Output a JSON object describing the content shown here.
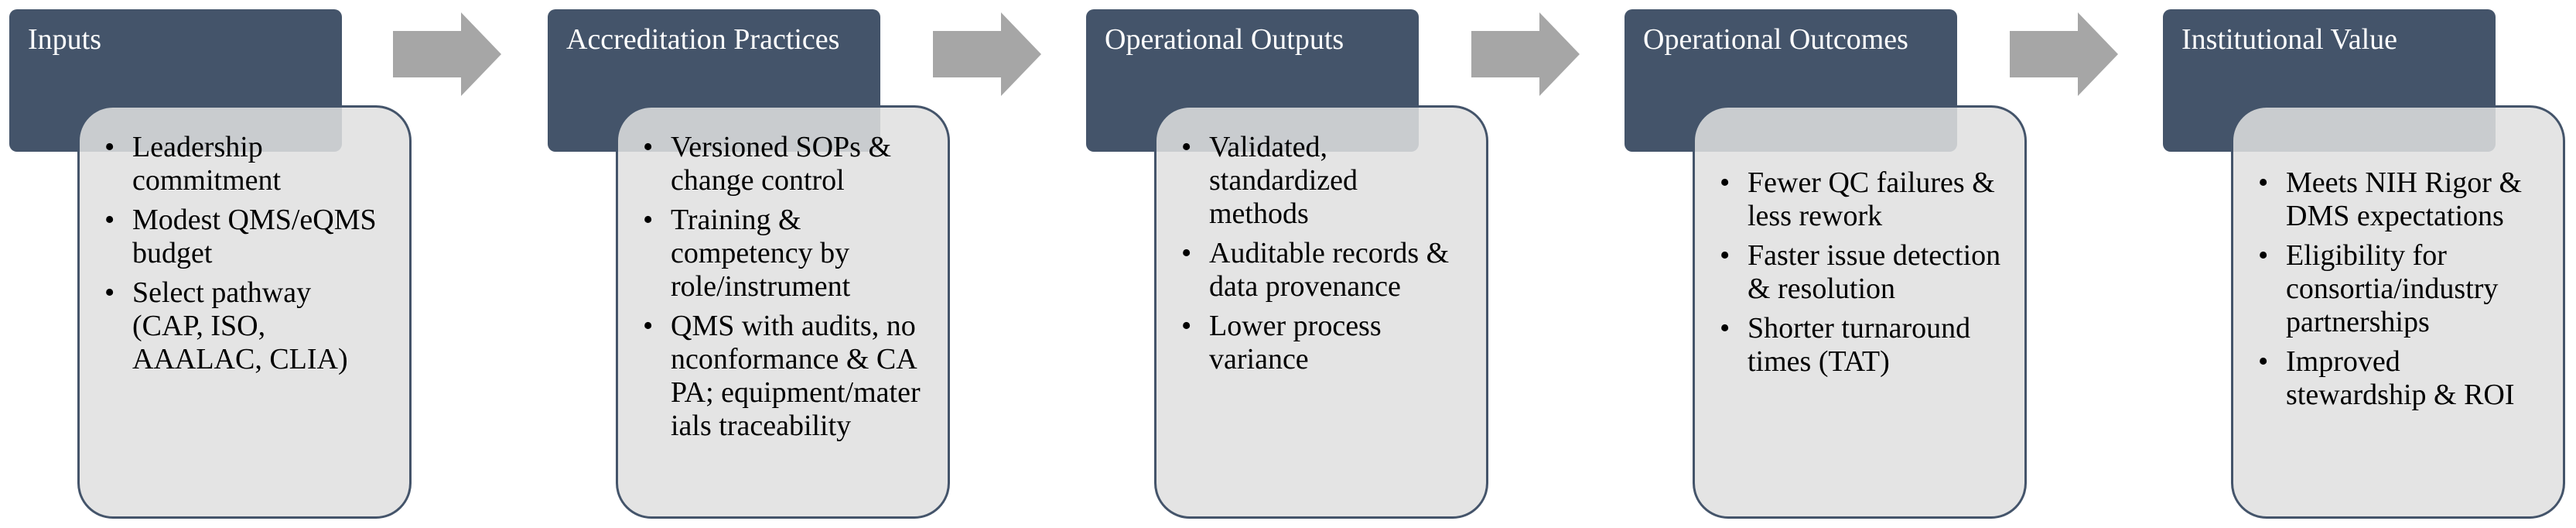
{
  "colors": {
    "header_fill": "#44546a",
    "panel_fill": "#e0e0e0",
    "panel_border": "#44546a",
    "arrow_fill": "#a6a6a6"
  },
  "stages": [
    {
      "title": "Inputs",
      "items": [
        "Leadership commitment",
        "Modest QMS/eQMS budget",
        "Select pathway (CAP, ISO, AAALAC, CLIA)"
      ]
    },
    {
      "title": "Accreditation Practices",
      "items": [
        "Versioned SOPs & change control",
        "Training & competency by role/instrument",
        "QMS with audits, nonconformance & CAPA; equipment/materials traceability"
      ]
    },
    {
      "title": "Operational Outputs",
      "items": [
        "Validated, standardized methods",
        "Auditable records & data provenance",
        "Lower process variance"
      ]
    },
    {
      "title": "Operational Outcomes",
      "items": [
        "Fewer QC failures & less rework",
        "Faster issue detection & resolution",
        "Shorter turnaround times (TAT)"
      ]
    },
    {
      "title": "Institutional Value",
      "items": [
        "Meets NIH Rigor & DMS expectations",
        "Eligibility for consortia/industry partnerships",
        "Improved stewardship & ROI"
      ]
    }
  ]
}
